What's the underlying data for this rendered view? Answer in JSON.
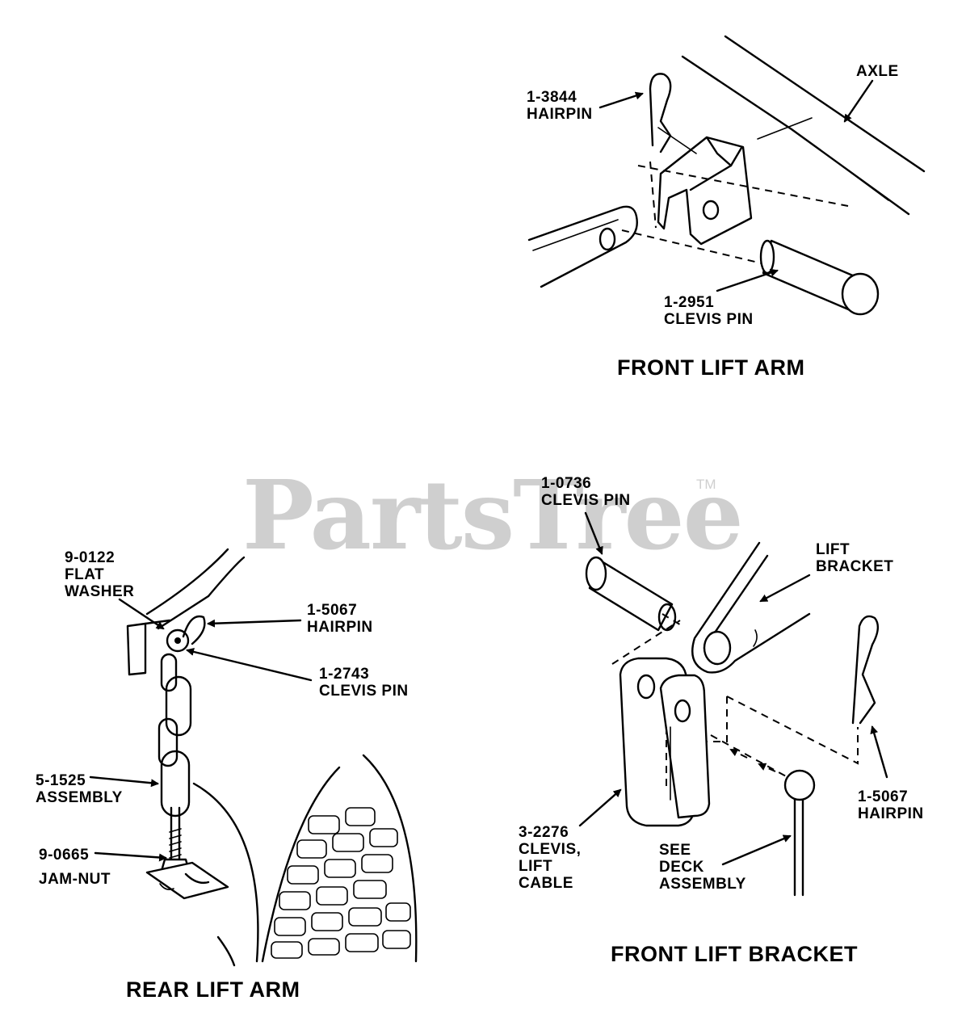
{
  "watermark": {
    "text": "PartsTree",
    "tm": "TM"
  },
  "front_lift_arm": {
    "title": "FRONT LIFT ARM",
    "labels": {
      "axle": [
        "AXLE"
      ],
      "hairpin": [
        "1-3844",
        "HAIRPIN"
      ],
      "clevis_pin": [
        "1-2951",
        "CLEVIS PIN"
      ]
    }
  },
  "rear_lift_arm": {
    "title": "REAR LIFT ARM",
    "labels": {
      "flat_washer": [
        "9-0122",
        "FLAT",
        "WASHER"
      ],
      "hairpin": [
        "1-5067",
        "HAIRPIN"
      ],
      "clevis_pin": [
        "1-2743",
        "CLEVIS PIN"
      ],
      "assembly": [
        "5-1525",
        "ASSEMBLY"
      ],
      "jam_nut": [
        "9-0665",
        "JAM-NUT"
      ]
    }
  },
  "front_lift_bracket": {
    "title": "FRONT LIFT BRACKET",
    "labels": {
      "clevis_pin": [
        "1-0736",
        "CLEVIS PIN"
      ],
      "lift_bracket": [
        "LIFT",
        "BRACKET"
      ],
      "hairpin": [
        "1-5067",
        "HAIRPIN"
      ],
      "clevis_lift_cable": [
        "3-2276",
        "CLEVIS,",
        "LIFT",
        "CABLE"
      ],
      "see_deck": [
        "SEE",
        "DECK",
        "ASSEMBLY"
      ]
    }
  }
}
